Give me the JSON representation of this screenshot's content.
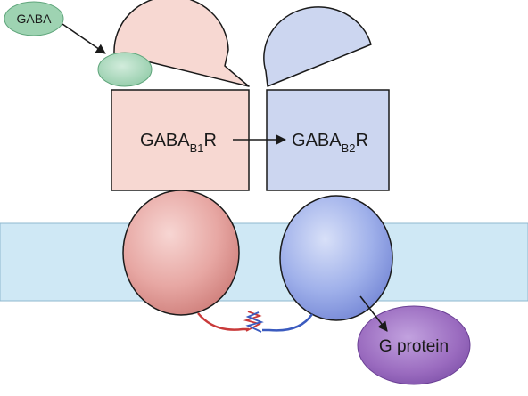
{
  "ligand": {
    "label": "GABA"
  },
  "receptor_b1": {
    "base": "GABA",
    "sub": "B1",
    "suffix": "R"
  },
  "receptor_b2": {
    "base": "GABA",
    "sub": "B2",
    "suffix": "R"
  },
  "g_protein": {
    "label": "G protein"
  },
  "colors": {
    "membrane": "#cfe8f5",
    "b1_fill": "#f7d8d2",
    "b2_fill": "#ccd6f0",
    "ligand_fill": "#9ed3b2",
    "g_protein_fill": "#9a6bbf",
    "outline": "#1a1a1a"
  }
}
